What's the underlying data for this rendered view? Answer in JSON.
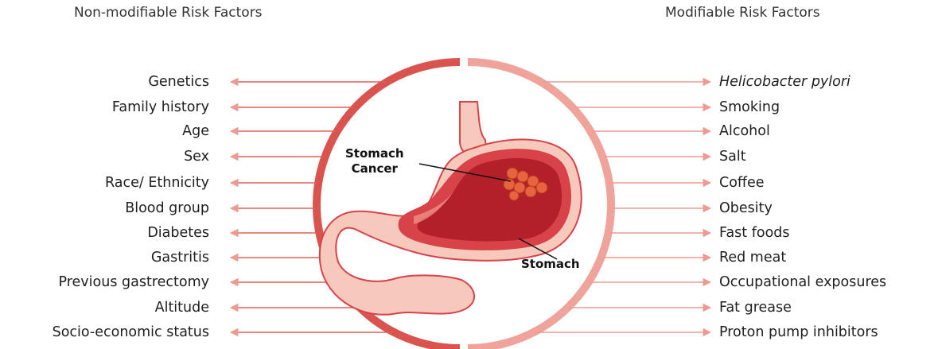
{
  "left_heading": "Non-modifiable Risk Factors",
  "right_heading": "Modifiable Risk Factors",
  "left_items": [
    "Genetics",
    "Family history",
    "Age",
    "Sex",
    "Race/ Ethnicity",
    "Blood group",
    "Diabetes",
    "Gastritis",
    "Previous gastrectomy",
    "Altitude",
    "Socio-economic status"
  ],
  "right_items": [
    "Helicobacter pylori",
    "Smoking",
    "Alcohol",
    "Salt",
    "Coffee",
    "Obesity",
    "Fast foods",
    "Red meat",
    "Occupational exposures",
    "Fat grease",
    "Proton pump inhibitors"
  ],
  "callouts": {
    "cancer_line1": "Stomach",
    "cancer_line2": "Cancer",
    "stomach": "Stomach"
  },
  "colors": {
    "left_ring": "#d9534f",
    "right_ring": "#f0a39a",
    "left_arrow": "#e0605a",
    "right_arrow": "#ee9a90",
    "stomach_outer": "#f7c9bd",
    "stomach_wall": "#d8434a",
    "stomach_lumen": "#b3202a",
    "tumor": "#e8643f"
  }
}
